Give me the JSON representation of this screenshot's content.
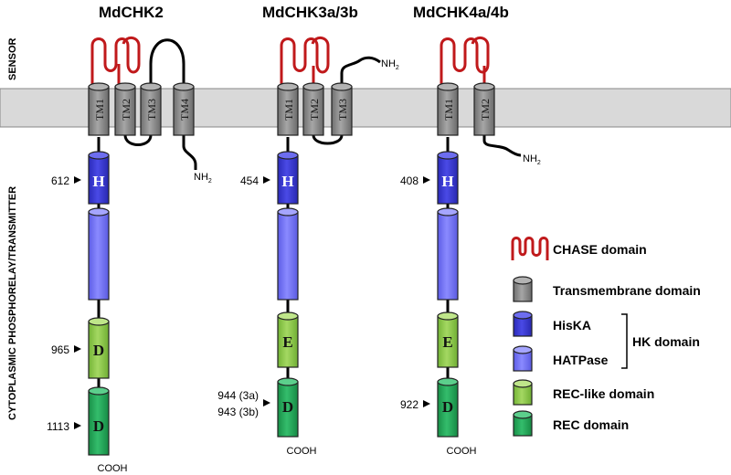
{
  "titles": [
    "MdCHK2",
    "MdCHK3a/3b",
    "MdCHK4a/4b"
  ],
  "side_labels": {
    "sensor": "SENSOR",
    "cytoplasmic": "CYTOPLASMIC PHOSPHORELAY/TRANSMITTER"
  },
  "tm_labels": [
    "TM1",
    "TM2",
    "TM3",
    "TM4"
  ],
  "nh2": {
    "base": "NH",
    "sub": "2"
  },
  "cooh": "COOH",
  "domain_letters": {
    "H": "H",
    "D": "D",
    "E": "E"
  },
  "positions": {
    "chk2": [
      "612",
      "965",
      "1113"
    ],
    "chk3": [
      "454",
      "944 (3a)",
      "943 (3b)"
    ],
    "chk4": [
      "408",
      "922"
    ]
  },
  "legend": {
    "chase": "CHASE domain",
    "transmembrane": "Transmembrane domain",
    "hiska": "HisKA",
    "hatpase": "HATPase",
    "hk": "HK domain",
    "reclike": "REC-like domain",
    "rec": "REC domain"
  },
  "colors": {
    "chase": "#c0191b",
    "tm": "#8c8c8c",
    "hiska": "#3b3bd6",
    "hatpase": "#7a7af7",
    "reclike": "#8dc94a",
    "rec": "#23a75a",
    "membrane": "#d9d9d9"
  }
}
